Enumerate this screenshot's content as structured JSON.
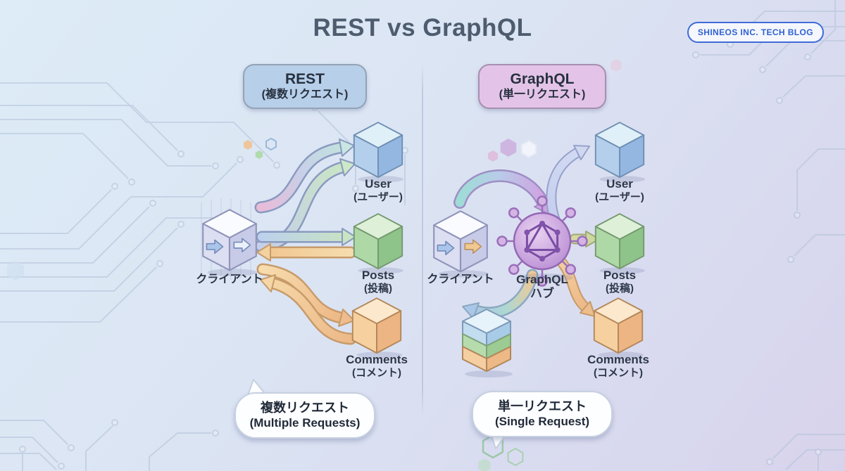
{
  "page": {
    "title": "REST vs GraphQL"
  },
  "badge": {
    "label": "SHINEOS INC. TECH BLOG"
  },
  "rest_panel": {
    "header": {
      "line1": "REST",
      "line2": "(複数リクエスト)"
    },
    "client": {
      "label": "クライアント"
    },
    "resources": [
      {
        "name": "User",
        "sub": "(ユーザー)"
      },
      {
        "name": "Posts",
        "sub": "(投稿)"
      },
      {
        "name": "Comments",
        "sub": "(コメント)"
      }
    ],
    "bubble": {
      "line1": "複数リクエスト",
      "line2": "(Multiple Requests)"
    }
  },
  "graphql_panel": {
    "header": {
      "line1": "GraphQL",
      "line2": "(単一リクエスト)"
    },
    "client": {
      "label": "クライアント"
    },
    "hub": {
      "line1": "GraphQL",
      "line2": "ハブ"
    },
    "resources": [
      {
        "name": "User",
        "sub": "(ユーザー)"
      },
      {
        "name": "Posts",
        "sub": "(投稿)"
      },
      {
        "name": "Comments",
        "sub": "(コメント)"
      }
    ],
    "bubble": {
      "line1": "単一リクエスト",
      "line2": "(Single Request)"
    }
  },
  "colors": {
    "background_start": "#ddecf7",
    "background_end": "#d7d3ec",
    "title_text": "#4d5c6e",
    "badge_blue": "#3f6cd8",
    "rest_header_bg": "#b7cfe9",
    "graphql_header_bg": "#e3c4e8",
    "user_cube_blue": "#a9c9e8",
    "posts_cube_green": "#a3d29b",
    "comments_cube_orange": "#f2c694",
    "client_cube_lavender": "#d5d7ec",
    "graphql_hub_purple": "#c09ad8",
    "arrow_orange": "#f0c189",
    "arrow_blue": "#bdd1ec",
    "arrow_green": "#c7e3c1",
    "arrow_pink": "#e8bcd8",
    "arrow_teal": "#9edcd6",
    "arrow_purple": "#cfa2e2"
  }
}
